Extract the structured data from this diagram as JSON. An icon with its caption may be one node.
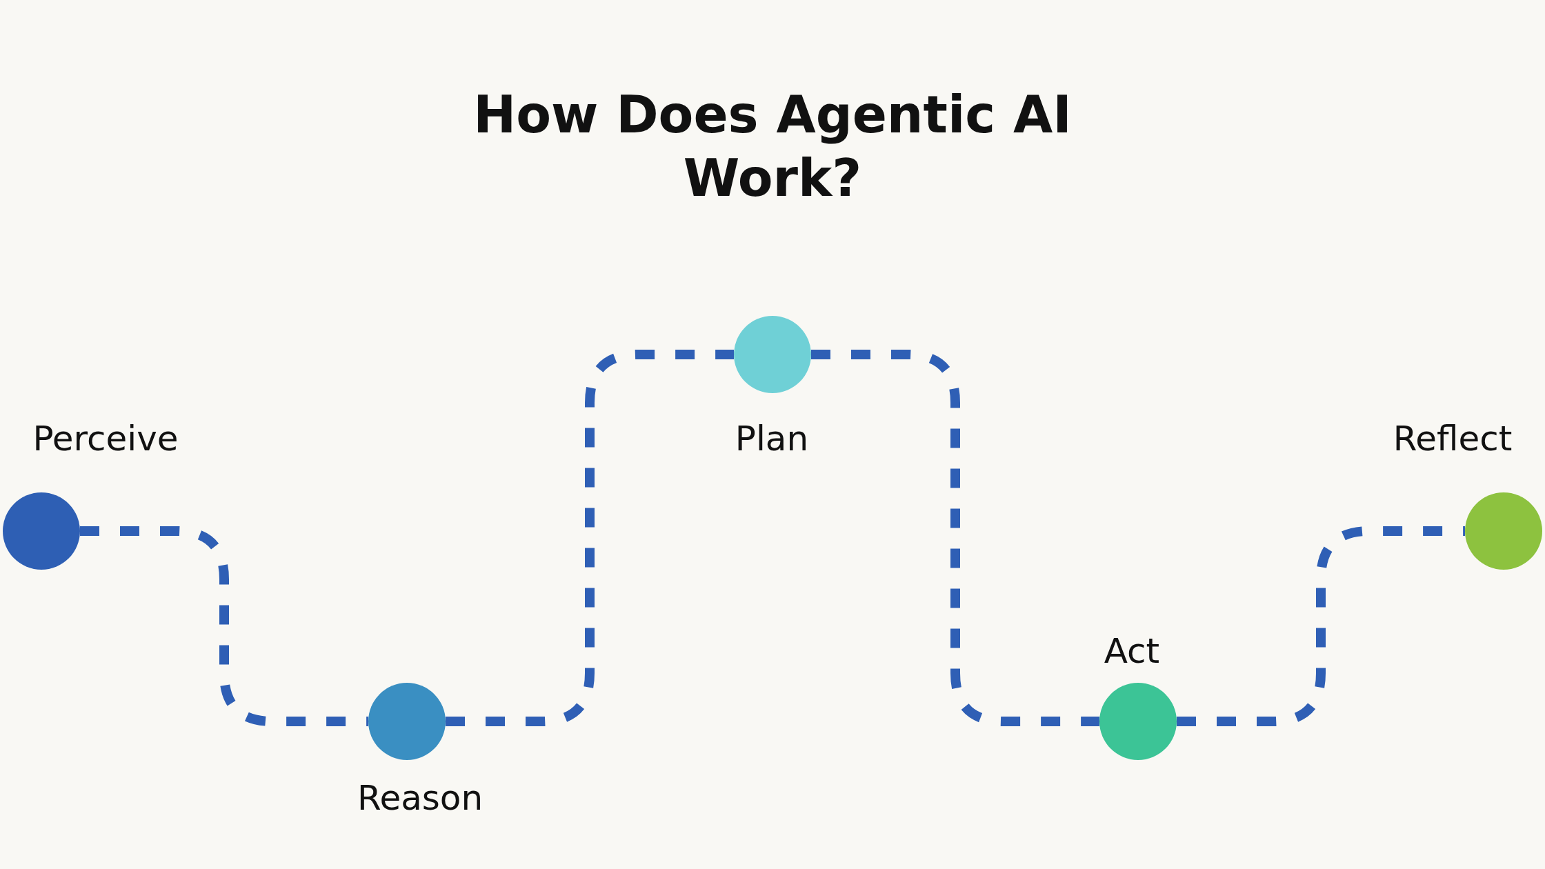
{
  "diagram": {
    "title": "How Does Agentic AI Work?",
    "nodes": [
      {
        "text": [],
        "shape": "circle",
        "beside": [
          "Perceive"
        ]
      },
      {
        "text": [],
        "shape": "circle",
        "beside": [
          "Reason"
        ]
      },
      {
        "text": [],
        "shape": "circle",
        "beside": [
          "Plan"
        ]
      },
      {
        "text": [],
        "shape": "circle",
        "beside": [
          "Act"
        ]
      },
      {
        "text": [],
        "shape": "circle",
        "beside": [
          "Reflect"
        ]
      }
    ],
    "edges": [
      {
        "from": 0,
        "to": 1,
        "arrow": "none",
        "style": "dashed"
      },
      {
        "from": 1,
        "to": 2,
        "arrow": "none",
        "style": "dashed"
      },
      {
        "from": 2,
        "to": 3,
        "arrow": "none",
        "style": "dashed"
      },
      {
        "from": 3,
        "to": 4,
        "arrow": "none",
        "style": "dashed"
      }
    ]
  }
}
